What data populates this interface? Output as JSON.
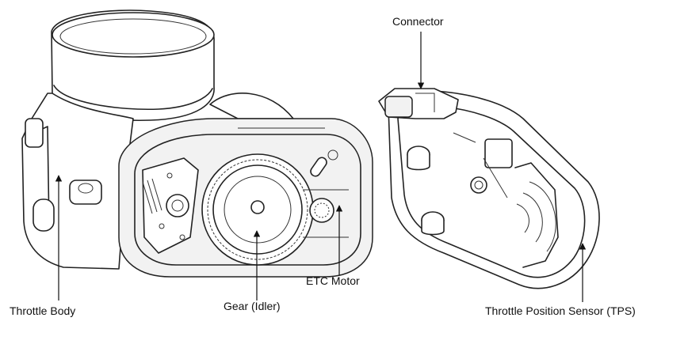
{
  "labels": {
    "connector": "Connector",
    "throttle_body": "Throttle Body",
    "gear_idler": "Gear (Idler)",
    "etc_motor": "ETC Motor",
    "tps": "Throttle Position Sensor (TPS)"
  },
  "colors": {
    "ink": "#222222",
    "background": "#ffffff"
  }
}
